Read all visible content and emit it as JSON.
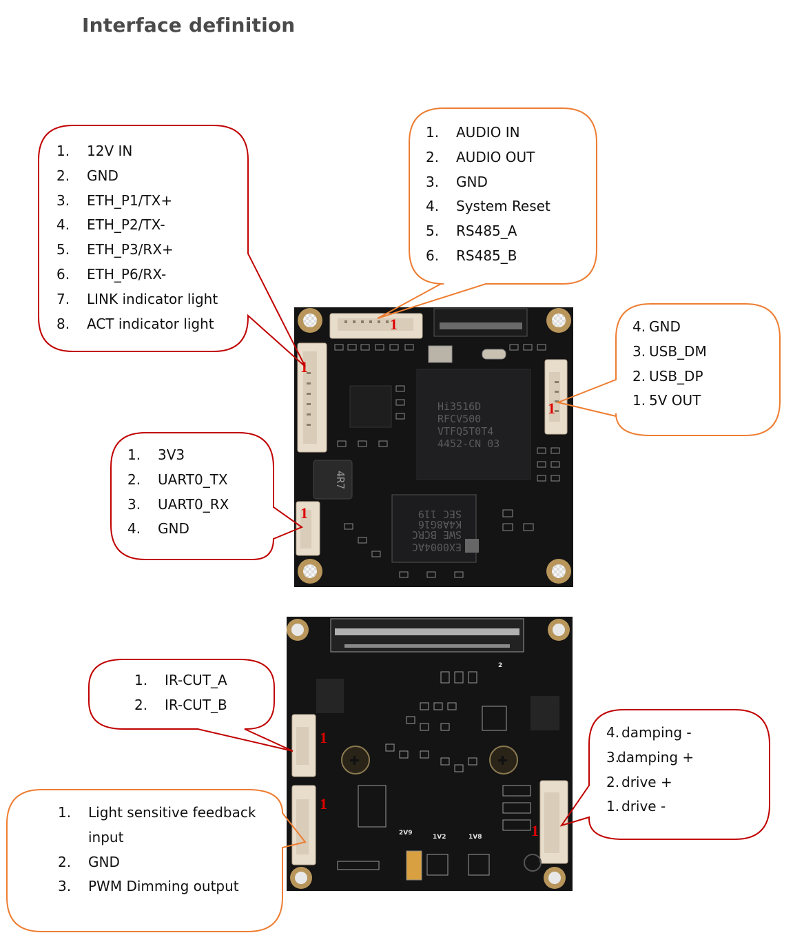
{
  "title": "Interface definition",
  "colors": {
    "red_callout": "#c00000",
    "orange_callout": "#ed7d31",
    "pcb": "#141414",
    "connector": "#e8dccb",
    "mount_ring": "#b8955a",
    "pin_marker": "#e00000"
  },
  "pin1_marker": "1",
  "top_board": {
    "soc_text": [
      "Hi3516D",
      "RFCV500",
      "VTFQ5T0T4",
      "4452-CN   03"
    ],
    "inductor_text": "4R7",
    "ram_text": [
      "EX0004AC",
      "SWE BCRC",
      "K4A8G16",
      "SEC 119"
    ],
    "callouts": {
      "power_ethernet": {
        "items": [
          {
            "num": "1.",
            "label": "12V IN"
          },
          {
            "num": "2.",
            "label": "GND"
          },
          {
            "num": "3.",
            "label": "ETH_P1/TX+"
          },
          {
            "num": "4.",
            "label": "ETH_P2/TX-"
          },
          {
            "num": "5.",
            "label": "ETH_P3/RX+"
          },
          {
            "num": "6.",
            "label": "ETH_P6/RX-"
          },
          {
            "num": "7.",
            "label": "LINK indicator light"
          },
          {
            "num": "8.",
            "label": "ACT indicator light"
          }
        ]
      },
      "audio_rs485": {
        "items": [
          {
            "num": "1.",
            "label": "AUDIO IN"
          },
          {
            "num": "2.",
            "label": "AUDIO OUT"
          },
          {
            "num": "3.",
            "label": "GND"
          },
          {
            "num": "4.",
            "label": "System Reset"
          },
          {
            "num": "5.",
            "label": "RS485_A"
          },
          {
            "num": "6.",
            "label": "RS485_B"
          }
        ]
      },
      "usb": {
        "items": [
          {
            "num": "4.",
            "label": "GND"
          },
          {
            "num": "3.",
            "label": "USB_DM"
          },
          {
            "num": "2.",
            "label": "USB_DP"
          },
          {
            "num": "1.",
            "label": "5V OUT"
          }
        ]
      },
      "uart": {
        "items": [
          {
            "num": "1.",
            "label": "3V3"
          },
          {
            "num": "2.",
            "label": "UART0_TX"
          },
          {
            "num": "3.",
            "label": "UART0_RX"
          },
          {
            "num": "4.",
            "label": "GND"
          }
        ]
      }
    }
  },
  "bottom_board": {
    "silkscreen": [
      "2V9",
      "1V2",
      "1V8",
      "2"
    ],
    "callouts": {
      "ircut": {
        "items": [
          {
            "num": "1.",
            "label": "IR-CUT_A"
          },
          {
            "num": "2.",
            "label": "IR-CUT_B"
          }
        ]
      },
      "light_sensor": {
        "items": [
          {
            "num": "1.",
            "label": "Light sensitive feedback"
          },
          {
            "num": "",
            "label": "input"
          },
          {
            "num": "2.",
            "label": "GND"
          },
          {
            "num": "3.",
            "label": "PWM Dimming output"
          }
        ]
      },
      "motor": {
        "items": [
          {
            "num": "4.",
            "label": "damping -"
          },
          {
            "num": "3.",
            "label": "damping +"
          },
          {
            "num": "2.",
            "label": "drive +"
          },
          {
            "num": "1.",
            "label": "drive -"
          }
        ]
      }
    }
  }
}
